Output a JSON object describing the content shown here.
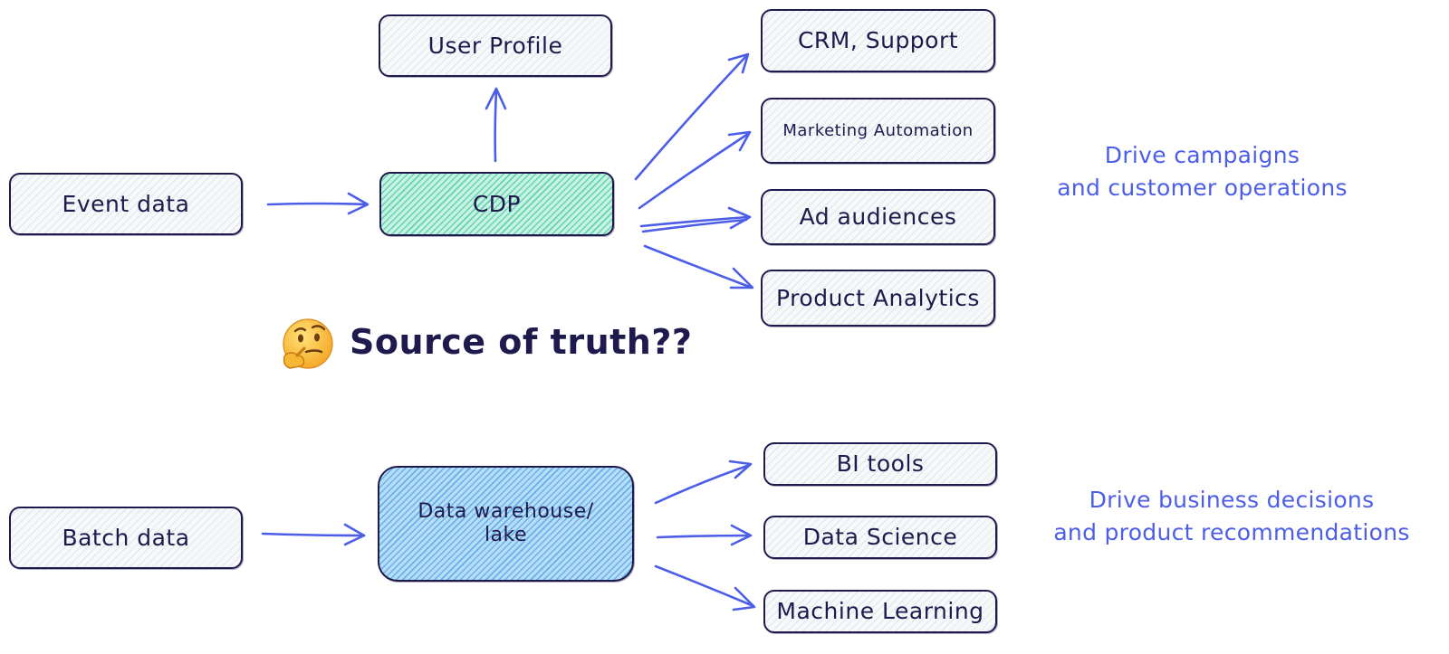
{
  "flow_top": {
    "source": "Event data",
    "hub": "CDP",
    "profile": "User Profile",
    "targets": [
      "CRM, Support",
      "Marketing Automation",
      "Ad audiences",
      "Product Analytics"
    ],
    "note": [
      "Drive campaigns",
      "and customer operations"
    ]
  },
  "question": {
    "emoji": "thinking-face",
    "text": "Source of truth??"
  },
  "flow_bottom": {
    "source": "Batch data",
    "hub": "Data warehouse/\nlake",
    "targets": [
      "BI tools",
      "Data Science",
      "Machine Learning"
    ],
    "note": [
      "Drive business decisions",
      "and product recommendations"
    ]
  },
  "colors": {
    "ink": "#1e1a4d",
    "arrow": "#4c5ee8",
    "cdp_fill": "#12b886",
    "warehouse_fill": "#228be6",
    "note_text": "#4c5ee8"
  }
}
